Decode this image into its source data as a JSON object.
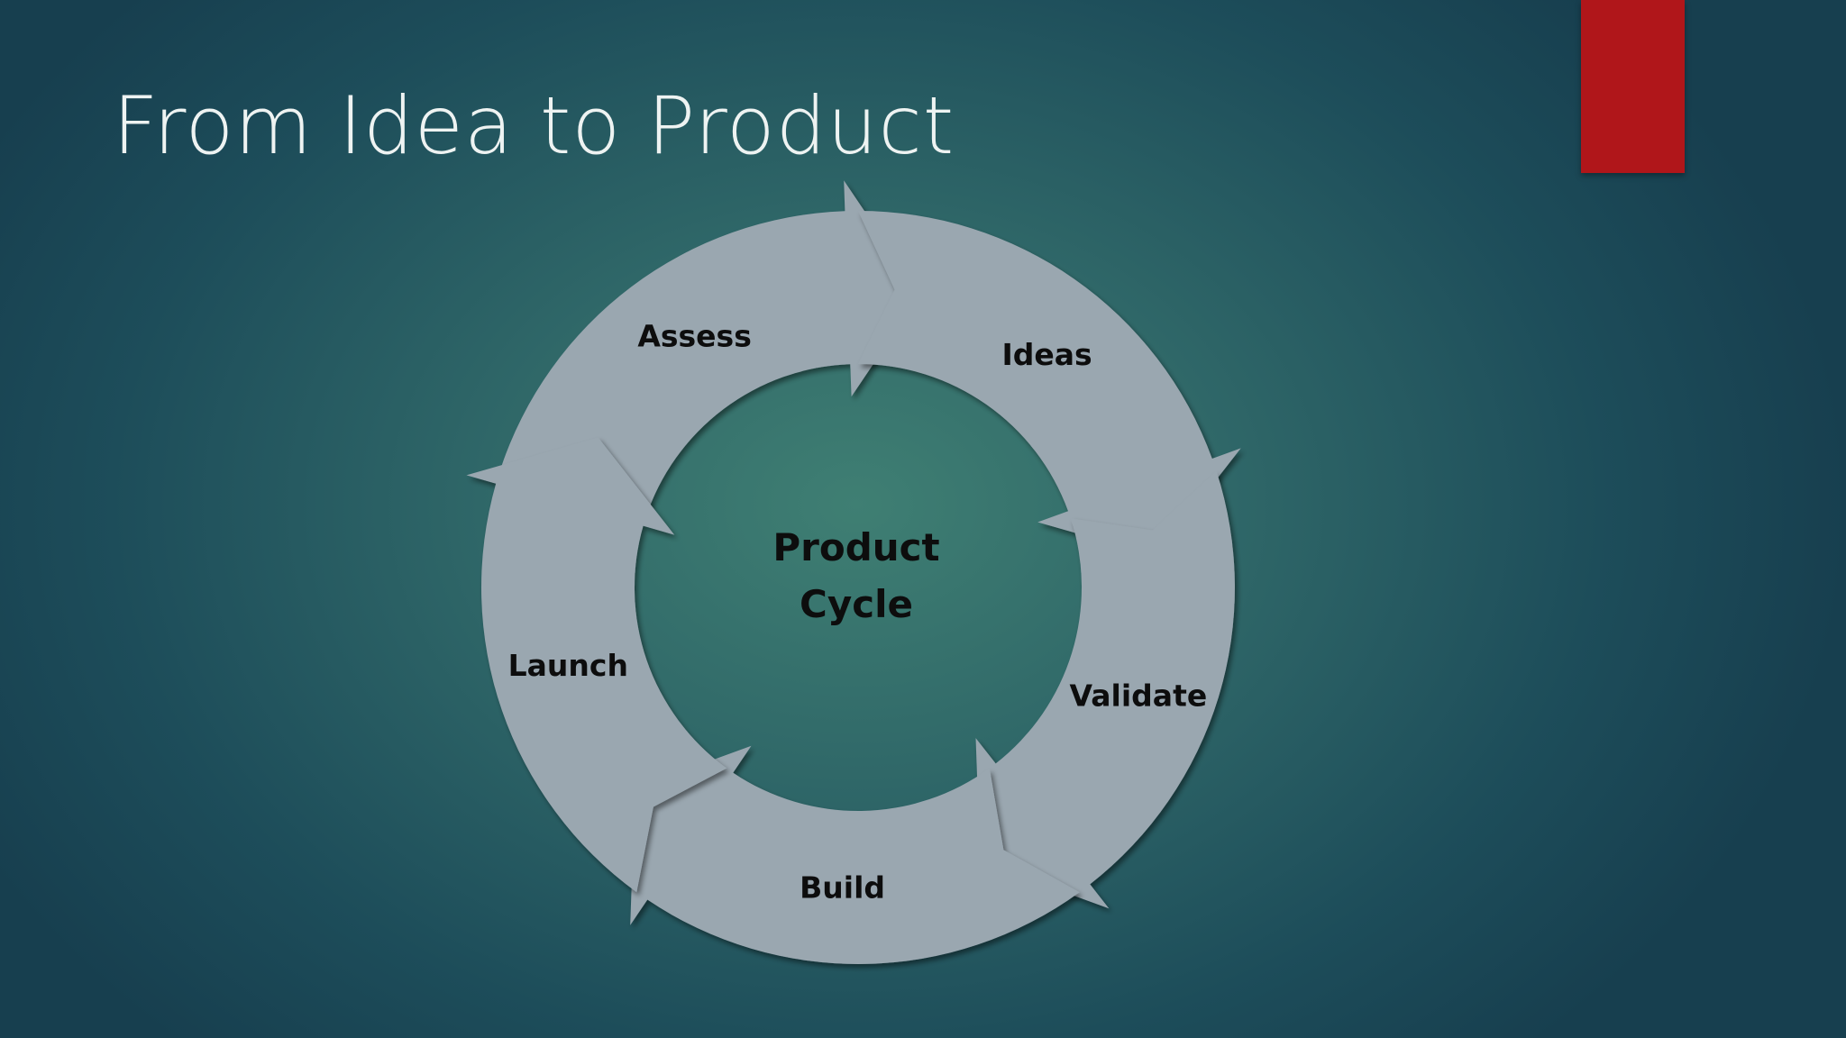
{
  "slide": {
    "title": "From Idea to Product",
    "accent_color": "#b0161a"
  },
  "diagram": {
    "type": "cycle",
    "center_label_line1": "Product",
    "center_label_line2": "Cycle",
    "segment_color": "#9aa7b0",
    "steps": [
      {
        "label": "Assess"
      },
      {
        "label": "Ideas"
      },
      {
        "label": "Validate"
      },
      {
        "label": "Build"
      },
      {
        "label": "Launch"
      }
    ]
  }
}
